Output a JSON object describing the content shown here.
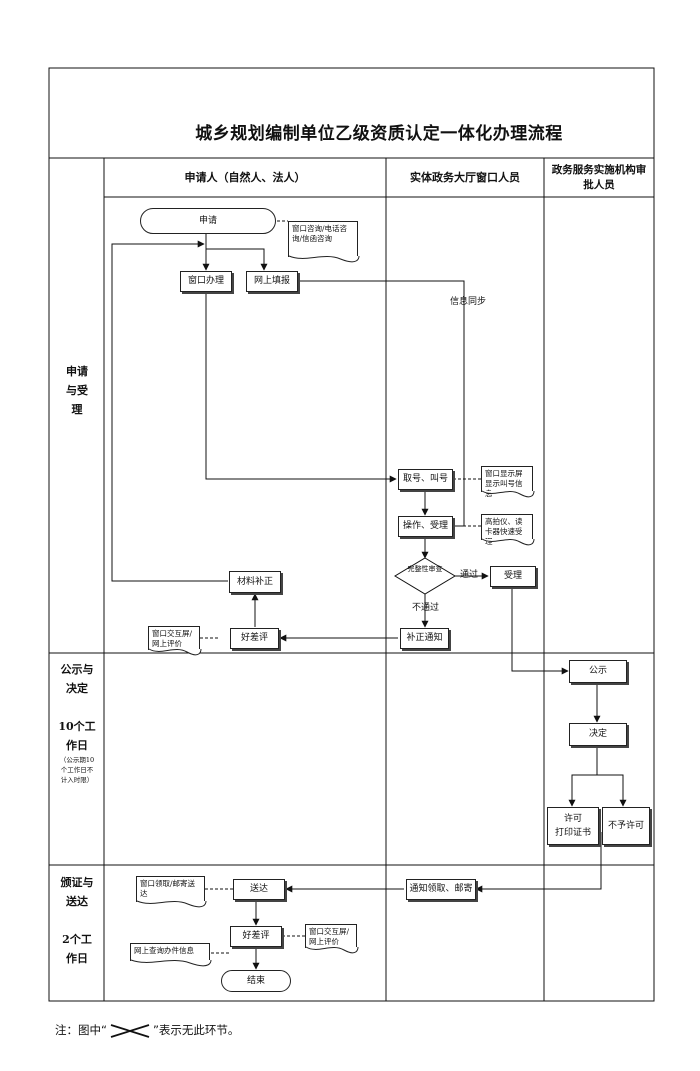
{
  "title": "城乡规划编制单位乙级资质认定一体化办理流程",
  "lanes": {
    "applicant": "申请人（自然人、法人）",
    "window": "实体政务大厅窗口人员",
    "agency": "政务服务实施机构审批人员"
  },
  "phases": {
    "apply": "申请与受理",
    "decide": {
      "title": "公示与决定",
      "duration": "10个工作日",
      "note": "（公示期10个工作日不计入时限）"
    },
    "deliver": {
      "title": "颁证与送达",
      "duration": "2个工作日"
    }
  },
  "nodes": {
    "apply": "申请",
    "consult": "窗口咨询/电话咨询/信函咨询",
    "window_handle": "窗口办理",
    "online_report": "网上填报",
    "info_sync": "信息同步",
    "take_number": "取号、叫号",
    "screen_info": "窗口显示屏显示叫号信息",
    "scan_accept": "操作、受理",
    "scanner": "高拍仪、读卡器快速受理",
    "complete_check": "完整性审查",
    "pass": "通过",
    "fail": "不通过",
    "accept": "受理",
    "supplement_notice": "补正通知",
    "good_review": "好差评",
    "window_review": "窗口交互屏/网上评价",
    "material_supplement": "材料补正",
    "publicity": "公示",
    "decision": "决定",
    "permit": "许可",
    "print_cert": "打印证书",
    "no_permit": "不予许可",
    "notify_pickup": "通知领取、邮寄",
    "deliver": "送达",
    "pickup_mail": "窗口领取/邮寄送达",
    "good_review2": "好差评",
    "window_review2": "窗口交互屏/网上评价",
    "online_query": "网上查询办件信息",
    "end": "结束"
  },
  "footnote": {
    "prefix": "注：图中“",
    "suffix": "”表示无此环节。"
  }
}
